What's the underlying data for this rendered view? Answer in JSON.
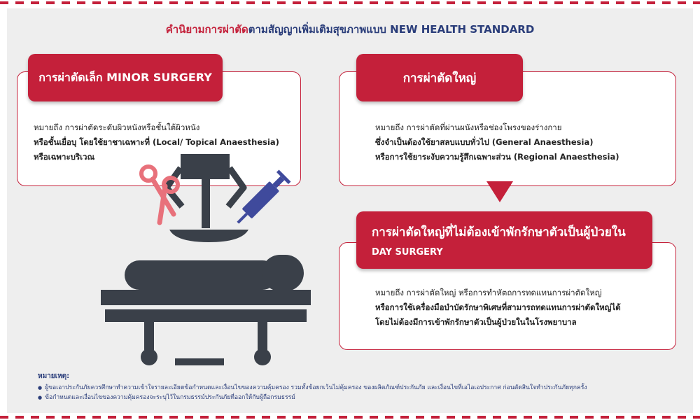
{
  "title": {
    "red_part": "คำนิยามการผ่าตัด",
    "blue_part": "ตามสัญญาเพิ่มเติมสุขภาพแบบ NEW HEALTH STANDARD"
  },
  "minor": {
    "heading": "การผ่าตัดเล็ก MINOR SURGERY",
    "line1": "หมายถึง การผ่าตัดระดับผิวหนังหรือชั้นใต้ผิวหนัง",
    "line2": "หรือชั้นเยื่อบุ โดยใช้ยาชาเฉพาะที่ (Local/ Topical Anaesthesia)",
    "line3": "หรือเฉพาะบริเวณ"
  },
  "major": {
    "heading": "การผ่าตัดใหญ่",
    "line1": "หมายถึง การผ่าตัดที่ผ่านผนังหรือช่องโพรงของร่างกาย",
    "line2": "ซึ่งจำเป็นต้องใช้ยาสลบแบบทั่วไป (General Anaesthesia)",
    "line3": "หรือการใช้ยาระงับความรู้สึกเฉพาะส่วน (Regional Anaesthesia)"
  },
  "day": {
    "heading_line1": "การผ่าตัดใหญ่ที่ไม่ต้องเข้าพักรักษาตัวเป็นผู้ป่วยใน",
    "heading_line2": "DAY SURGERY",
    "line1": "หมายถึง การผ่าตัดใหญ่ หรือการทำหัตถการทดแทนการผ่าตัดใหญ่",
    "line2": "หรือการใช้เครื่องมือบำบัดรักษาพิเศษที่สามารถทดแทนการผ่าตัดใหญ่ได้",
    "line3": "โดยไม่ต้องมีการเข้าพักรักษาตัวเป็นผู้ป่วยในในโรงพยาบาล"
  },
  "notes": {
    "heading": "หมายเหตุ:",
    "items": [
      "ผู้ขอเอาประกันภัยควรศึกษาทำความเข้าใจรายละเอียดข้อกำหนดและเงื่อนไขของความคุ้มครอง รวมทั้งข้อยกเว้นไม่คุ้มครอง ของผลิตภัณฑ์ประกันภัย และเงื่อนไขที่เอไอเอประกาศ ก่อนตัดสินใจทำประกันภัยทุกครั้ง",
      "ข้อกำหนดและเงื่อนไขของความคุ้มครองจะระบุไว้ในกรมธรรม์ประกันภัยที่ออกให้กับผู้ถือกรมธรรม์"
    ]
  },
  "colors": {
    "accent_red": "#c4203a",
    "navy": "#2a3d7a",
    "slate": "#3a4049",
    "syringe": "#3f4a9c",
    "scissors": "#e8717b"
  },
  "icons": [
    "scissors-icon",
    "syringe-icon",
    "surgical-lamp-icon",
    "patient-on-bed-icon"
  ]
}
